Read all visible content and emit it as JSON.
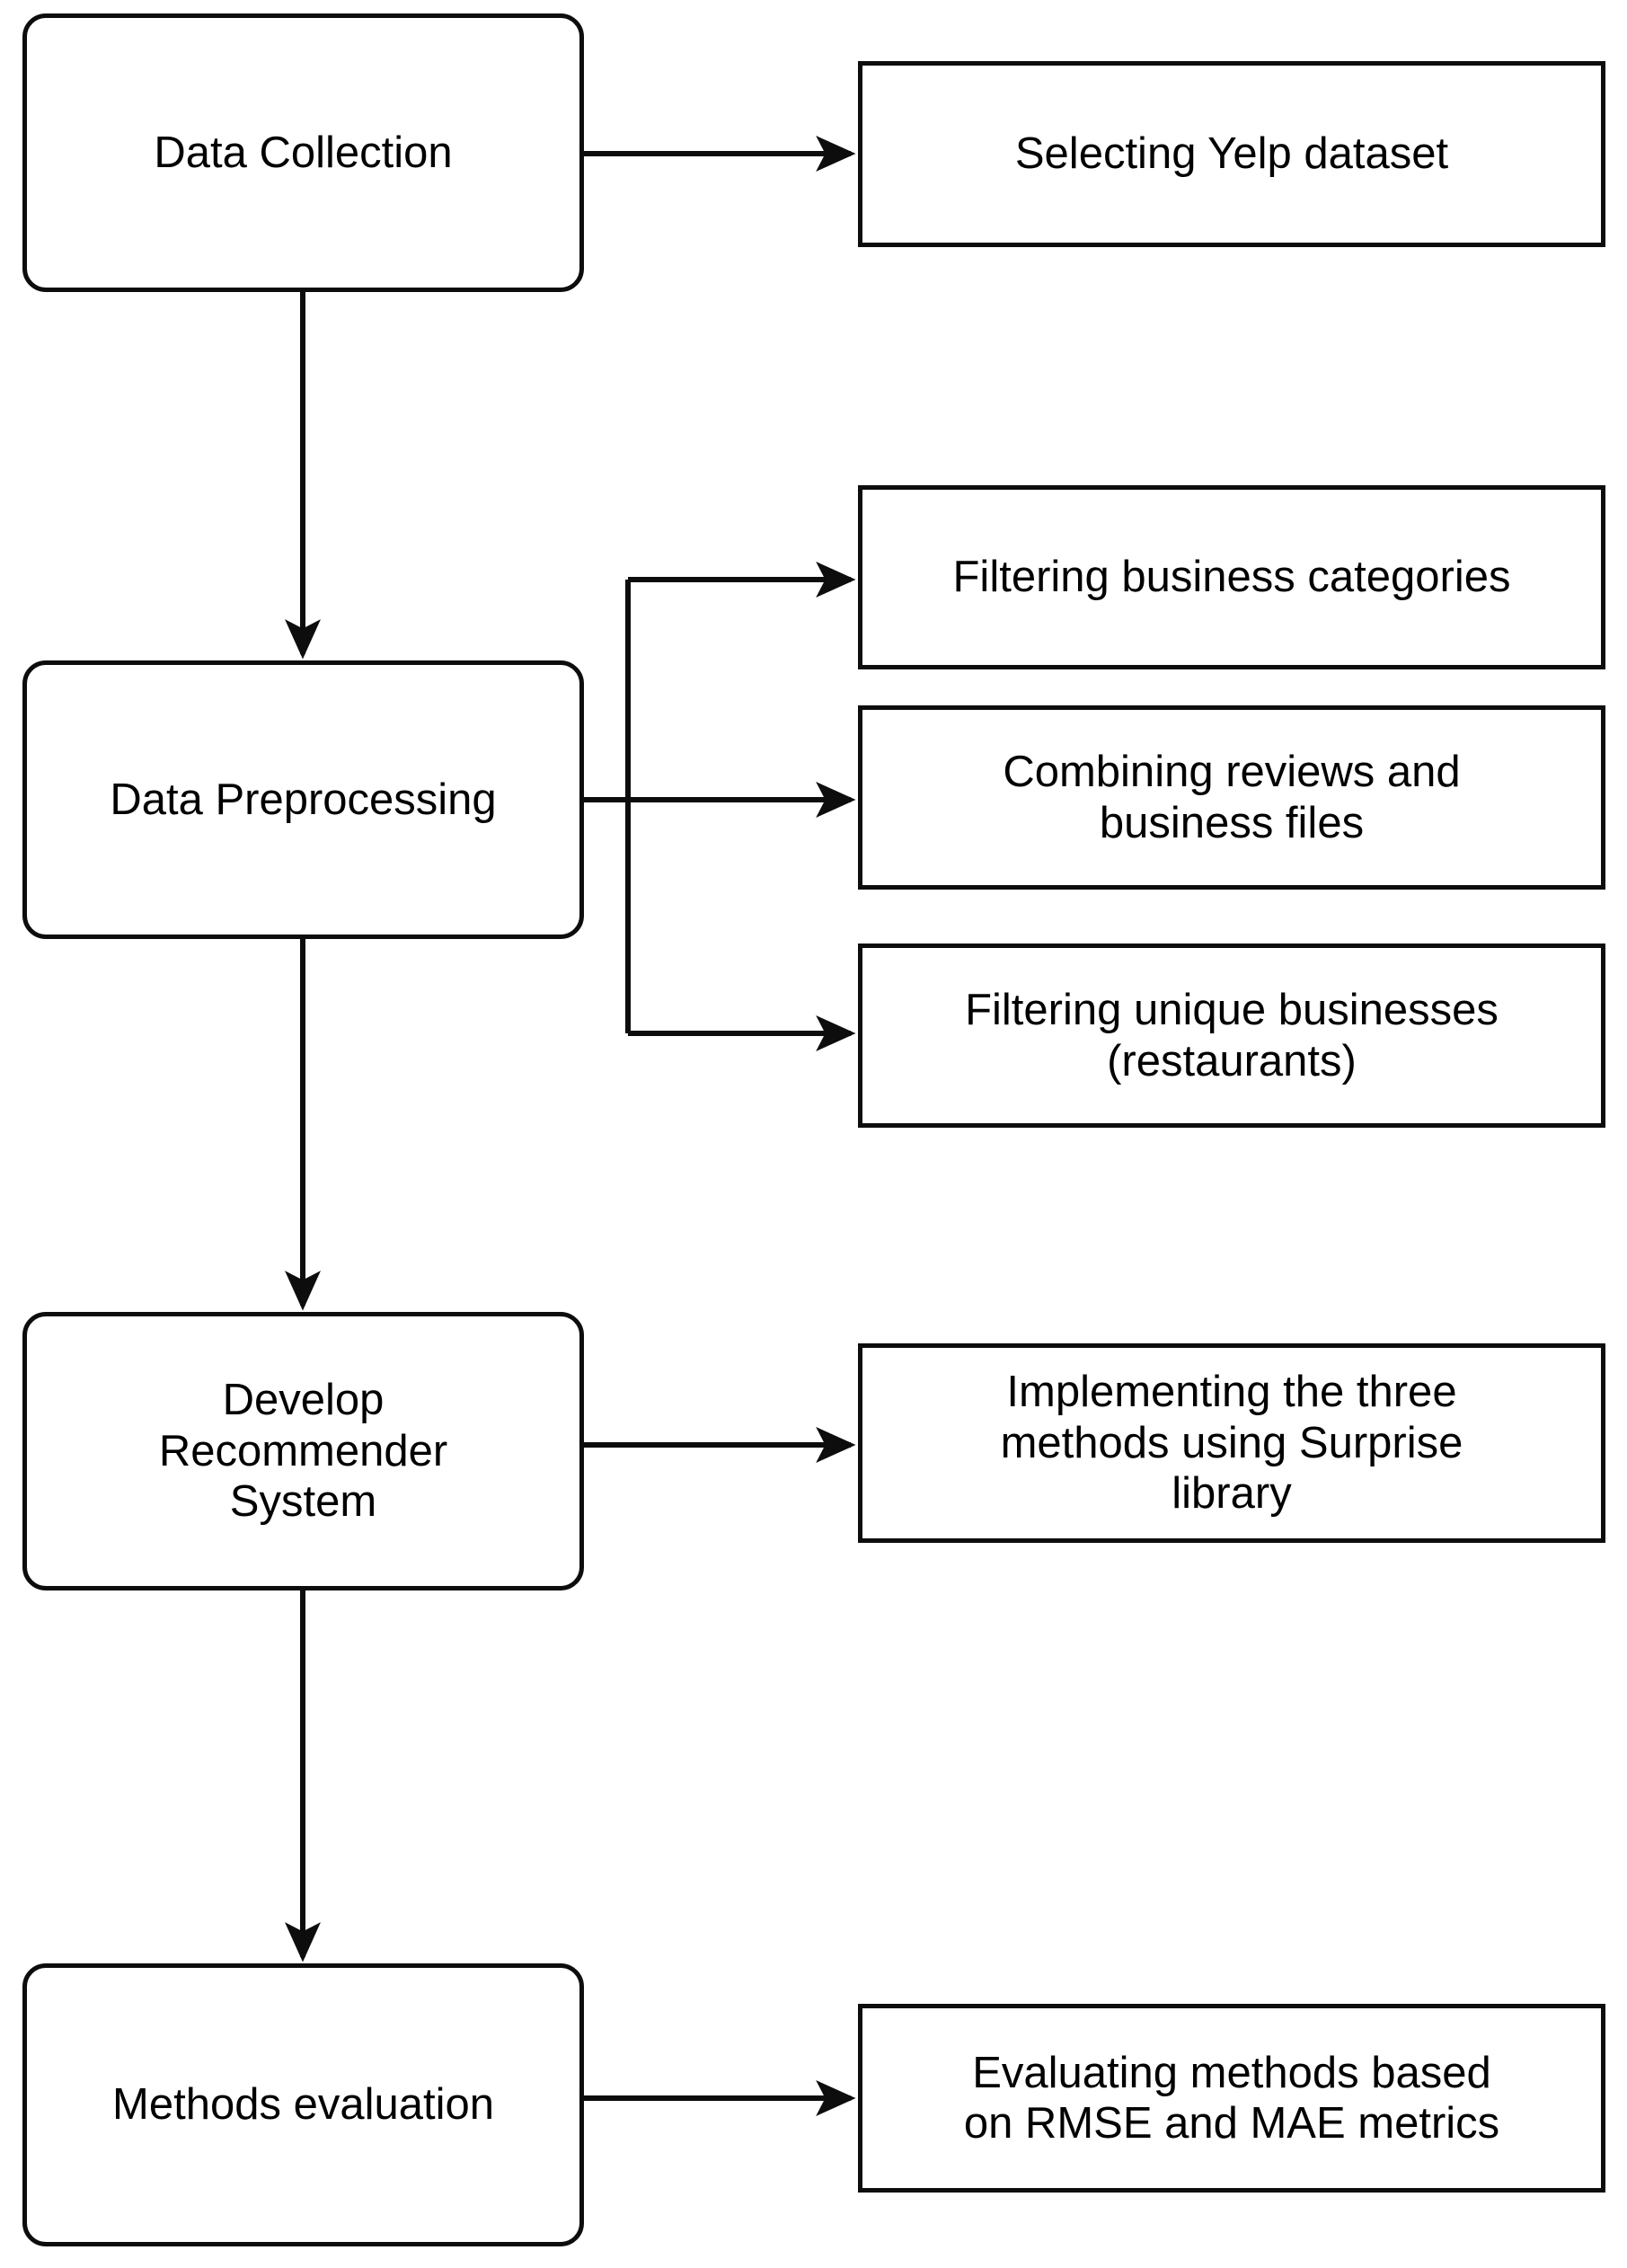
{
  "diagram": {
    "type": "flowchart",
    "orientation": "vertical-with-side-branches",
    "background_color": "#ffffff",
    "stroke_color": "#0d0d0d",
    "text_color": "#000000",
    "stage_nodes": [
      {
        "id": "data-collection",
        "label": "Data Collection",
        "shape": "rounded-rectangle"
      },
      {
        "id": "data-preprocessing",
        "label": "Data Preprocessing",
        "shape": "rounded-rectangle"
      },
      {
        "id": "develop-recommender-system",
        "label": "Develop\nRecommender\nSystem",
        "shape": "rounded-rectangle"
      },
      {
        "id": "methods-evaluation",
        "label": "Methods evaluation",
        "shape": "rounded-rectangle"
      }
    ],
    "detail_nodes": [
      {
        "id": "selecting-yelp-dataset",
        "label": "Selecting Yelp dataset",
        "shape": "rectangle",
        "parent": "data-collection"
      },
      {
        "id": "filtering-business-categories",
        "label": "Filtering business categories",
        "shape": "rectangle",
        "parent": "data-preprocessing"
      },
      {
        "id": "combining-reviews-and-business-files",
        "label": "Combining reviews and\nbusiness files",
        "shape": "rectangle",
        "parent": "data-preprocessing"
      },
      {
        "id": "filtering-unique-businesses",
        "label": "Filtering unique businesses\n(restaurants)",
        "shape": "rectangle",
        "parent": "data-preprocessing"
      },
      {
        "id": "implementing-three-methods",
        "label": "Implementing the three\nmethods using Surprise\nlibrary",
        "shape": "rectangle",
        "parent": "develop-recommender-system"
      },
      {
        "id": "evaluating-methods-metrics",
        "label": "Evaluating methods based\non RMSE and MAE metrics",
        "shape": "rectangle",
        "parent": "methods-evaluation"
      }
    ],
    "edges": [
      {
        "from": "data-collection",
        "to": "data-preprocessing",
        "direction": "down",
        "arrowhead": true
      },
      {
        "from": "data-preprocessing",
        "to": "develop-recommender-system",
        "direction": "down",
        "arrowhead": true
      },
      {
        "from": "develop-recommender-system",
        "to": "methods-evaluation",
        "direction": "down",
        "arrowhead": true
      },
      {
        "from": "data-collection",
        "to": "selecting-yelp-dataset",
        "direction": "right",
        "arrowhead": true
      },
      {
        "from": "data-preprocessing",
        "to": "filtering-business-categories",
        "direction": "right",
        "arrowhead": true
      },
      {
        "from": "data-preprocessing",
        "to": "combining-reviews-and-business-files",
        "direction": "right",
        "arrowhead": true
      },
      {
        "from": "data-preprocessing",
        "to": "filtering-unique-businesses",
        "direction": "right",
        "arrowhead": true
      },
      {
        "from": "develop-recommender-system",
        "to": "implementing-three-methods",
        "direction": "right",
        "arrowhead": true
      },
      {
        "from": "methods-evaluation",
        "to": "evaluating-methods-metrics",
        "direction": "right",
        "arrowhead": true
      }
    ]
  }
}
